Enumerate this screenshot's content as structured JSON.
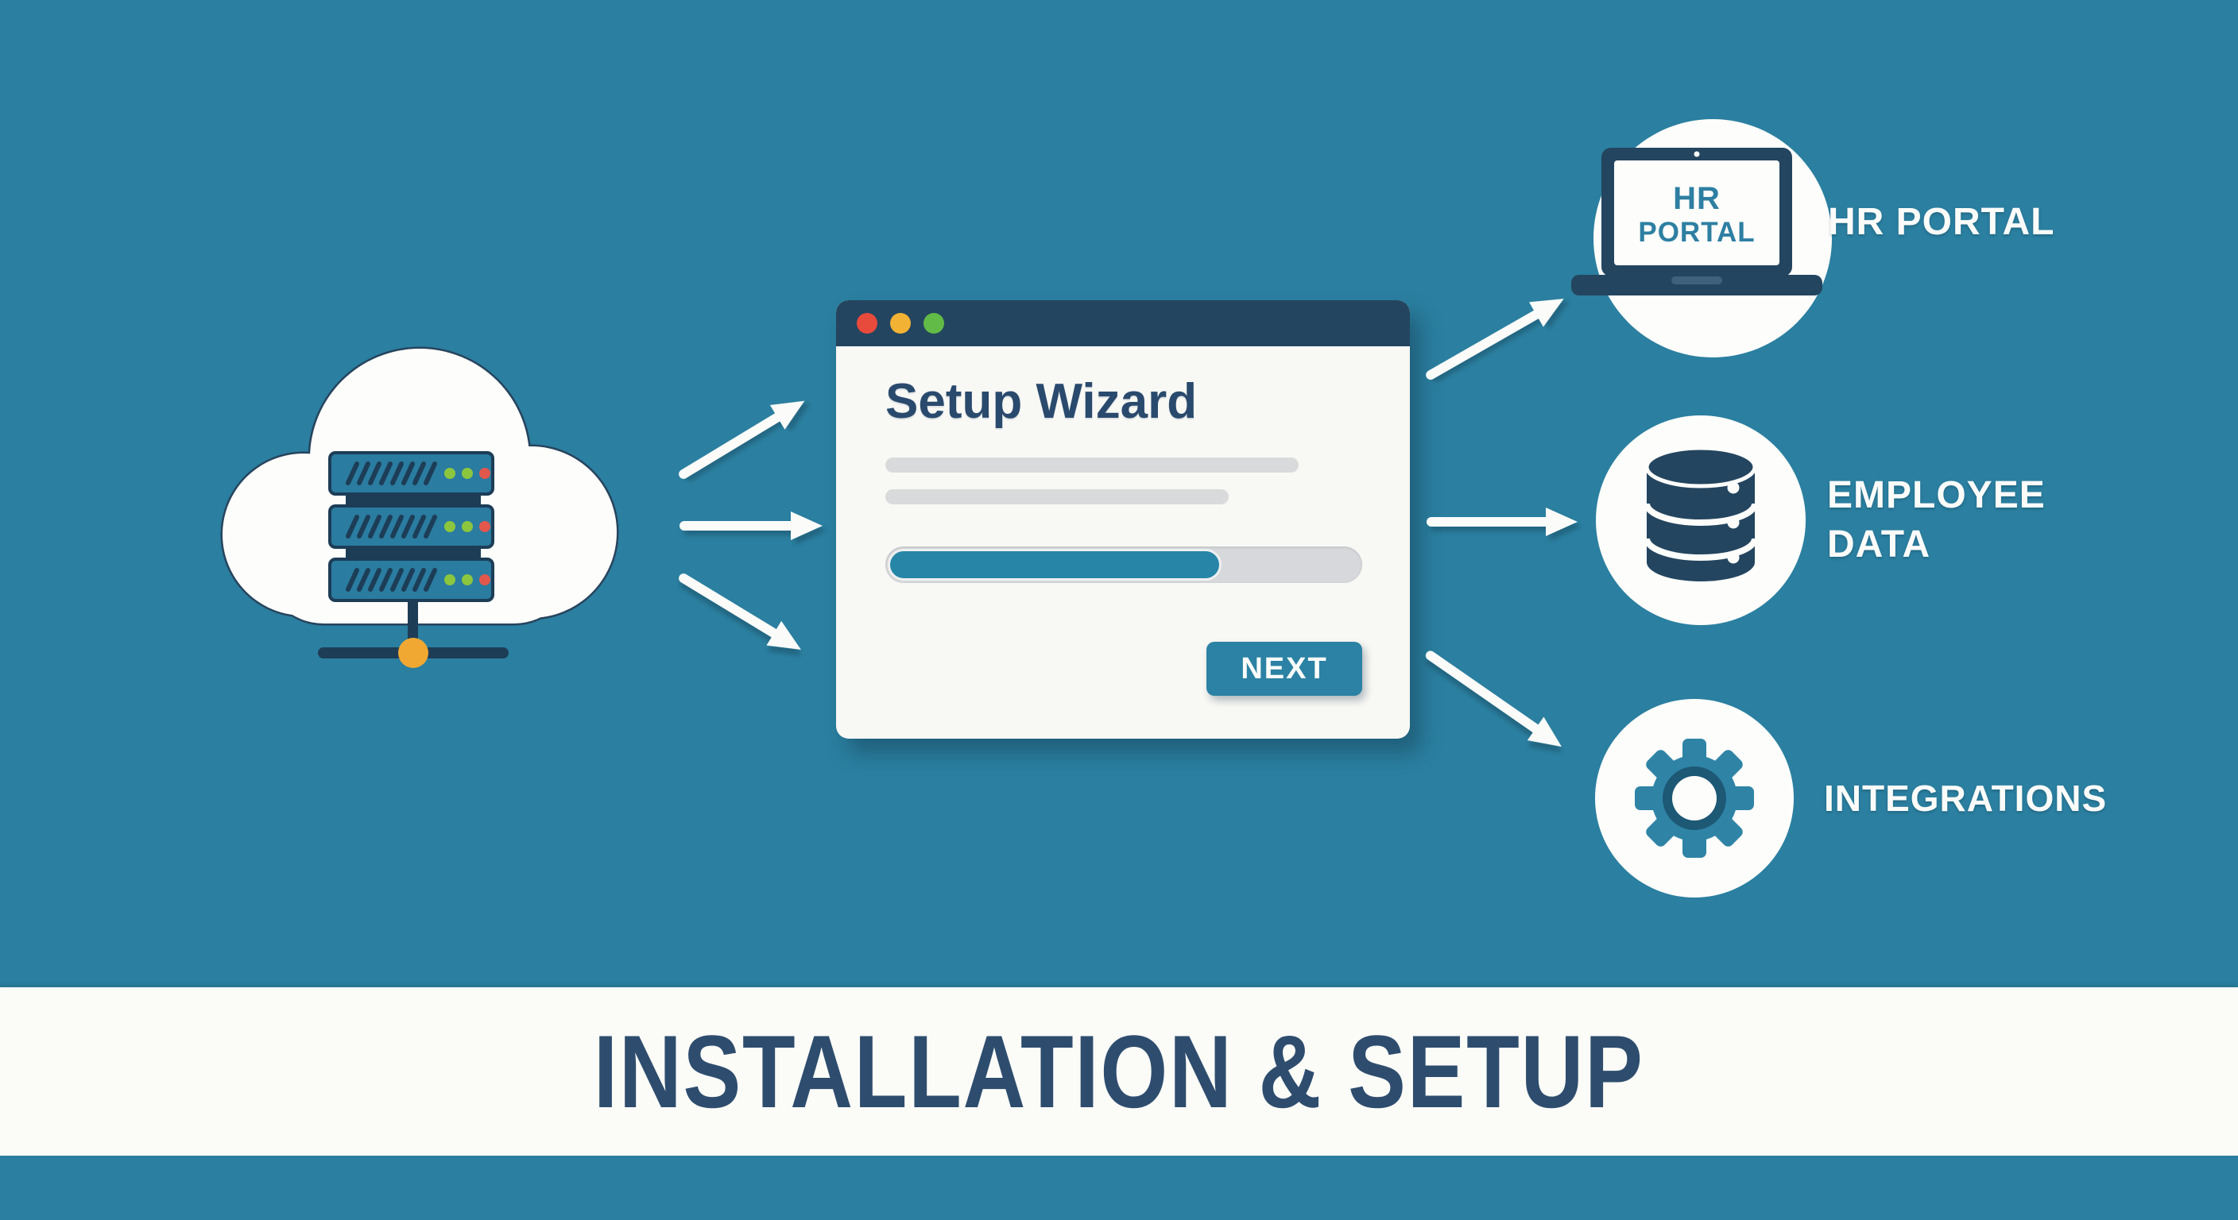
{
  "background_color": "#2b7fa0",
  "accent_teal": "#2e84a6",
  "navy": "#24455f",
  "cloud_server": {
    "icon": "cloud-server-icon",
    "node_color": "#f0a832",
    "led_colors": [
      "#8cc63f",
      "#8cc63f",
      "#e2574c"
    ]
  },
  "wizard": {
    "title": "Setup Wizard",
    "traffic_lights": {
      "close": "#e84a3c",
      "minimize": "#f2b233",
      "zoom": "#62bb46"
    },
    "skeleton_line_count": 2,
    "progress_percent": 69,
    "progress_color": "#2786a8",
    "next_label": "NEXT"
  },
  "nodes": {
    "hr_portal": {
      "icon": "laptop-icon",
      "screen_line1": "HR",
      "screen_line2": "PORTAL",
      "label": "HR PORTAL"
    },
    "employee_data": {
      "icon": "database-icon",
      "label_line1": "EMPLOYEE",
      "label_line2": "DATA"
    },
    "integrations": {
      "icon": "gear-icon",
      "label": "INTEGRATIONS"
    }
  },
  "banner": {
    "title": "INSTALLATION & SETUP",
    "text_color": "#2e4d6e"
  }
}
